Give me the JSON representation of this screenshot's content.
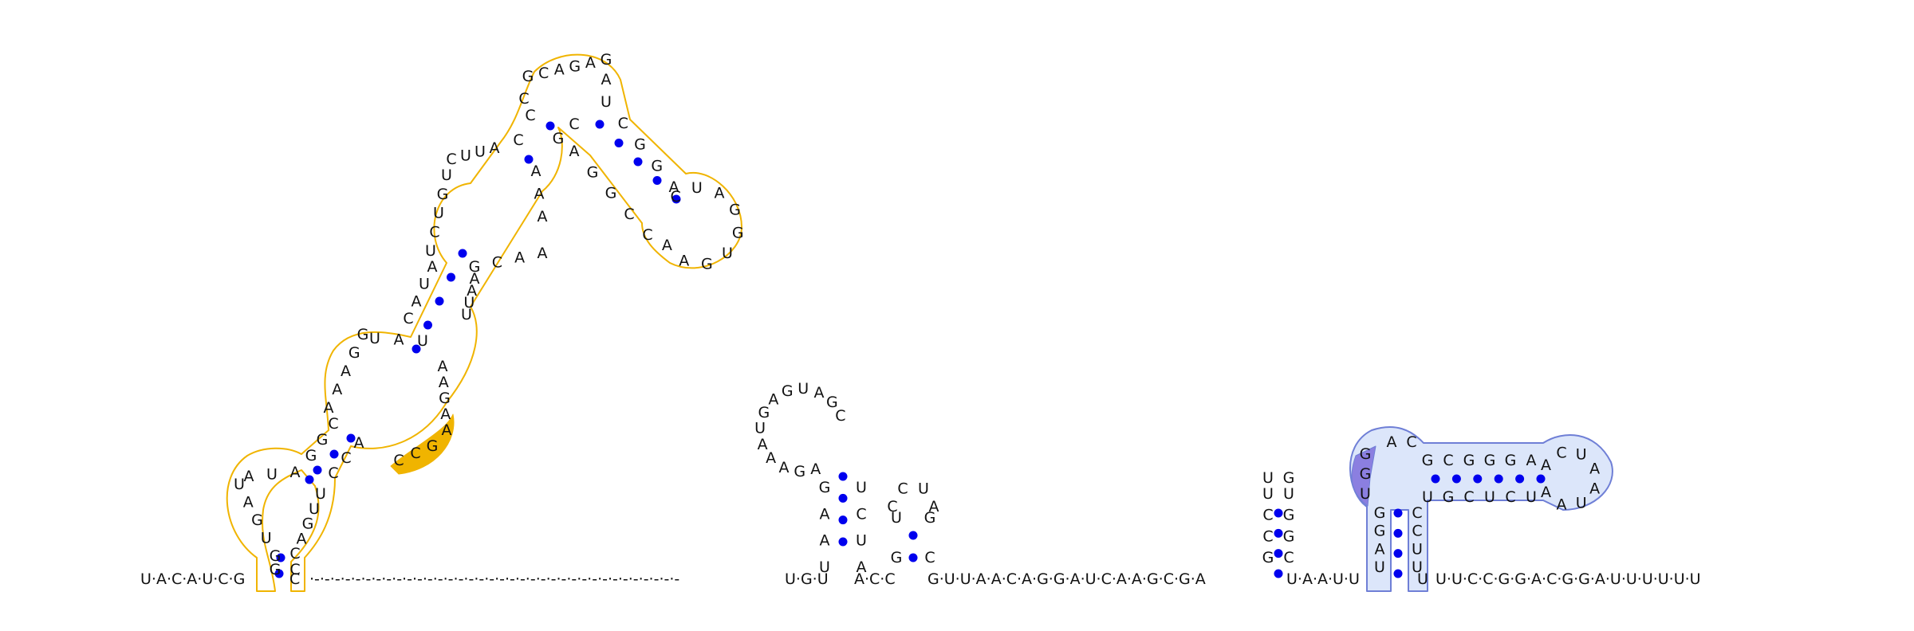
{
  "diagram": {
    "type": "RNA secondary structure",
    "backbone_sequence": [
      "U·A·C·A·U·C·G",
      "C",
      "·-·-·-·-·-·-·-·-·-·-·-·-·-·-·-·-·-·-·-·-·-·-·-·-·-·-·-·-·-·-·-·-·-·-·-·-",
      "U·G·U",
      "A·C·C",
      "G·U·U·A·A·C·A·G·G·A·U·C·A·A·G·C·G·A",
      "U·A·A·U·U",
      "U",
      "U·U·C·C·G·G·A·C·G·G·A·U·U·U·U·U·U"
    ],
    "large_domain": {
      "highlight_color": "#f0b400",
      "stem1_left": [
        "G",
        "U",
        "G",
        "A",
        "U"
      ],
      "stem1_right": [
        "C",
        "A",
        "G",
        "U",
        "U"
      ],
      "loop1": [
        "A",
        "U",
        "A"
      ],
      "stem2_left": [
        "G",
        "G",
        "C"
      ],
      "stem2_right": [
        "C",
        "C",
        "A"
      ],
      "highlighted": [
        "C",
        "C",
        "G"
      ],
      "bulge_left": [
        "A",
        "A",
        "A",
        "G",
        "G",
        "U",
        "A",
        "U"
      ],
      "bulge_right": [
        "A",
        "A",
        "G",
        "A",
        "A"
      ],
      "stem3_left": [
        "C",
        "A",
        "U",
        "A"
      ],
      "stem3_right": [
        "U",
        "U",
        "A",
        "A"
      ],
      "mid_left": [
        "U",
        "C",
        "U",
        "G",
        "U",
        "C",
        "U",
        "U",
        "A"
      ],
      "mid_right": [
        "A",
        "A",
        "C",
        "G",
        "A",
        "A",
        "A"
      ],
      "stem4_left": [
        "C",
        "C"
      ],
      "stem4_right": [
        "G",
        "C"
      ],
      "apex_loop": [
        "G",
        "C",
        "A",
        "G",
        "A",
        "G"
      ],
      "stem5_left": [
        "A",
        "G",
        "G",
        "C",
        "C"
      ],
      "stem5_right": [
        "U",
        "C",
        "G",
        "G",
        "A"
      ],
      "terminal_loop": [
        "C",
        "U",
        "A",
        "G",
        "G",
        "U",
        "G",
        "A",
        "A"
      ]
    },
    "small_hairpin_1": {
      "stem_left": [
        "U",
        "A",
        "A",
        "G",
        "G"
      ],
      "stem_right": [
        "A",
        "U",
        "C",
        "U",
        "G"
      ],
      "loop": [
        "A",
        "G",
        "A",
        "A",
        "A",
        "U",
        "G",
        "A",
        "G",
        "U",
        "A",
        "G",
        "C"
      ]
    },
    "small_hairpin_2": {
      "stem_left": [
        "G",
        "U",
        "A"
      ],
      "stem_right": [
        "C",
        "G",
        "G"
      ],
      "loop": [
        "C",
        "C",
        "U"
      ]
    },
    "small_hairpin_3": {
      "stem_left": [
        "G",
        "C",
        "C",
        "U"
      ],
      "stem_right": [
        "C",
        "G",
        "G",
        "U"
      ],
      "loop": [
        "U",
        "G"
      ]
    },
    "blue_domain": {
      "fill_color": "#dce6fa",
      "stroke_color": "#6f7fd6",
      "dark_color": "#8b7fe0",
      "stem_left": [
        "U",
        "A",
        "G",
        "G"
      ],
      "stem_right": [
        "U",
        "U",
        "C",
        "C"
      ],
      "loop_left": [
        "U",
        "G",
        "G",
        "U"
      ],
      "loop_top": [
        "A",
        "C"
      ],
      "hairpin_top": [
        "G",
        "C",
        "G",
        "G",
        "G",
        "A"
      ],
      "hairpin_bottom": [
        "U",
        "G",
        "C",
        "U",
        "C",
        "U"
      ],
      "hairpin_loop": [
        "A",
        "C",
        "U",
        "A",
        "A",
        "U",
        "A",
        "A"
      ]
    },
    "pair_dot_color": "#0000ee"
  }
}
